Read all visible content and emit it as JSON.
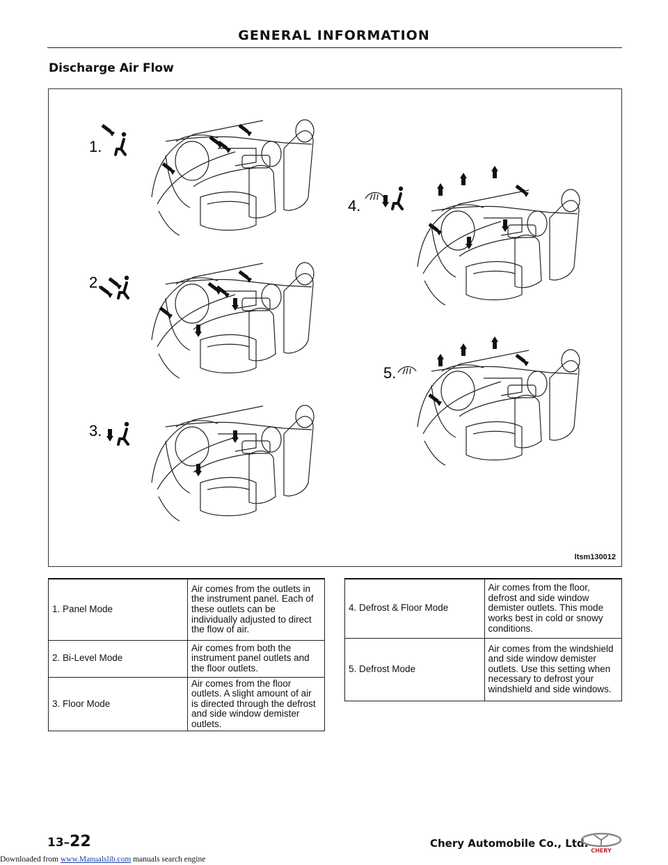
{
  "header": {
    "title": "GENERAL INFORMATION"
  },
  "section": {
    "title": "Discharge Air Flow"
  },
  "figure": {
    "id": "ltsm130012",
    "labels": [
      "1.",
      "2.",
      "3.",
      "4.",
      "5."
    ]
  },
  "modes_left": [
    {
      "mode": "1. Panel Mode",
      "desc": "Air comes from the outlets in the instrument panel. Each of these outlets can be individually adjusted to direct the flow of air."
    },
    {
      "mode": "2. Bi-Level Mode",
      "desc": "Air comes from both the instrument panel outlets and the floor outlets."
    },
    {
      "mode": "3. Floor Mode",
      "desc": "Air comes from the floor outlets. A slight amount of air is directed through the defrost and side window demister outlets."
    }
  ],
  "modes_right": [
    {
      "mode": "4. Defrost & Floor Mode",
      "desc": "Air comes from the floor, defrost and side window demister outlets. This mode works best in cold or snowy conditions."
    },
    {
      "mode": "5. Defrost Mode",
      "desc": "Air comes from the windshield and side window demister outlets. Use this setting when necessary to defrost your windshield and side windows."
    }
  ],
  "footer": {
    "page_prefix": "13–",
    "page_number": "22",
    "company": "Chery Automobile Co., Ltd.",
    "logo_text": "CHERY",
    "download_prefix": "Downloaded from ",
    "download_link": "www.Manualslib.com",
    "download_suffix": " manuals search engine"
  }
}
